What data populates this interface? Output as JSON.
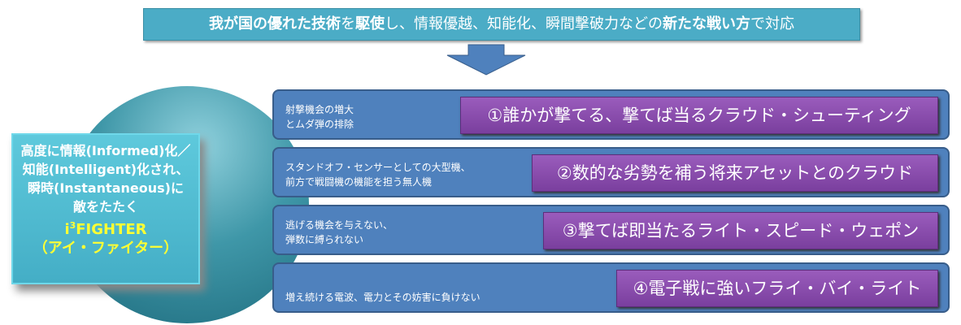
{
  "banner": {
    "p1": "我が国の優れた",
    "p2": "技術",
    "p3": "を",
    "p4": "駆使",
    "p5": "し、情報優越、知能化、瞬間撃破力などの",
    "p6": "新たな戦い方",
    "p7": "で対応"
  },
  "left": {
    "l1": "高度に情報(Informed)化／",
    "l2": "知能(Intelligent)化され、",
    "l3": "瞬時(Instantaneous)に",
    "l4": "敵をたたく",
    "name": "i",
    "sup": "3",
    "name2": "FIGHTER",
    "kana": "（アイ・ファイター）"
  },
  "rows": [
    {
      "desc1": "射撃機会の増大",
      "desc2": "とムダ弾の排除",
      "title": "①誰かが撃てる、撃てば当るクラウド・シューティング"
    },
    {
      "desc1": "スタンドオフ・センサーとしての大型機、",
      "desc2": "前方で戦闘機の機能を担う無人機",
      "title": "②数的な劣勢を補う将来アセットとのクラウド"
    },
    {
      "desc1": "逃げる機会を与えない、",
      "desc2": "弾数に縛られない",
      "title": "③撃てば即当たるライト・スピード・ウェポン"
    },
    {
      "desc1": "",
      "desc2": "増え続ける電波、電力とその妨害に負けない",
      "title": "④電子戦に強いフライ・バイ・ライト"
    }
  ]
}
